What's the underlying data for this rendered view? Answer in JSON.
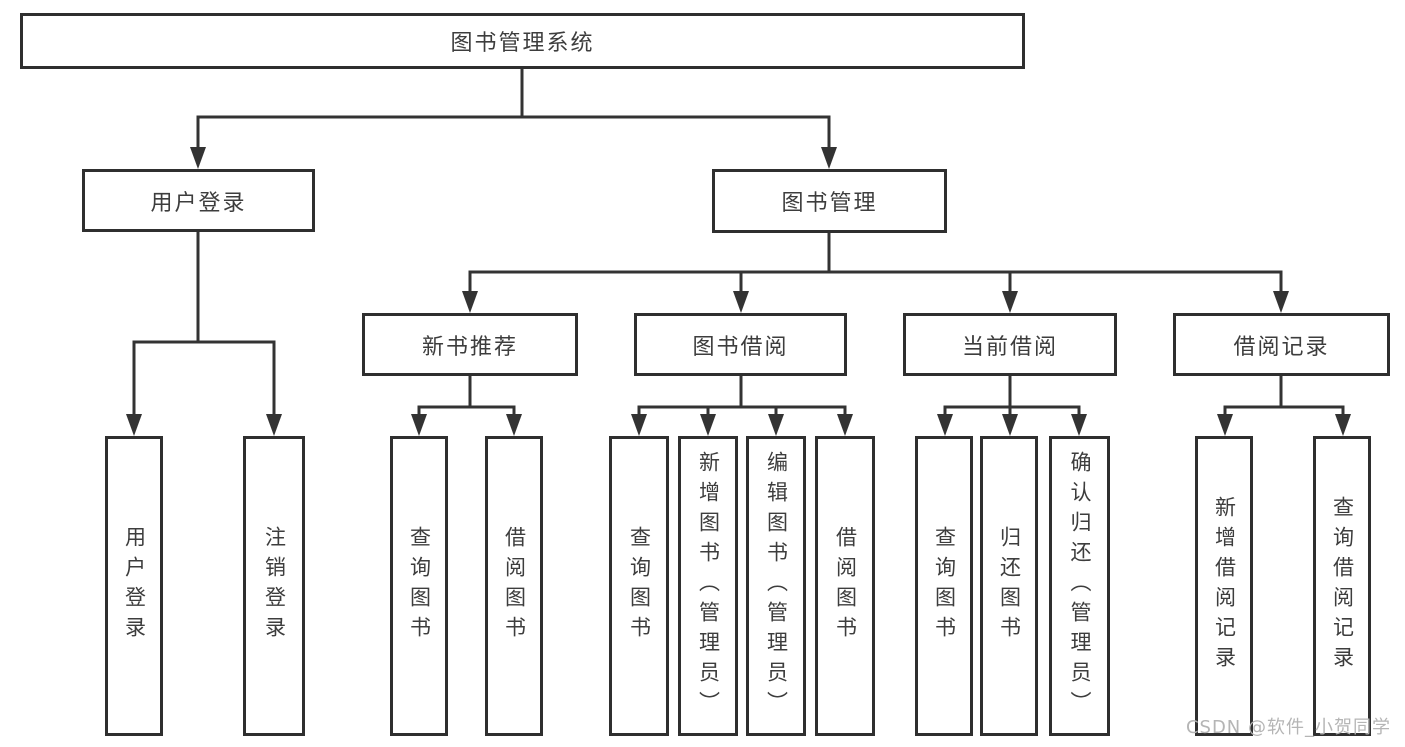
{
  "colors": {
    "line": "#333333",
    "border": "#2f2f2f",
    "text": "#3d3d3d",
    "background": "#ffffff",
    "watermark": "#b5b5b5"
  },
  "diagram": {
    "type": "hierarchy-tree",
    "root": {
      "label": "图书管理系统",
      "children": [
        {
          "label": "用户登录",
          "children": [
            {
              "label": "用户登录"
            },
            {
              "label": "注销登录"
            }
          ]
        },
        {
          "label": "图书管理",
          "children": [
            {
              "label": "新书推荐",
              "children": [
                {
                  "label": "查询图书"
                },
                {
                  "label": "借阅图书"
                }
              ]
            },
            {
              "label": "图书借阅",
              "children": [
                {
                  "label": "查询图书"
                },
                {
                  "label": "新增图书（管理员）"
                },
                {
                  "label": "编辑图书（管理员）"
                },
                {
                  "label": "借阅图书"
                }
              ]
            },
            {
              "label": "当前借阅",
              "children": [
                {
                  "label": "查询图书"
                },
                {
                  "label": "归还图书"
                },
                {
                  "label": "确认归还（管理员）"
                }
              ]
            },
            {
              "label": "借阅记录",
              "children": [
                {
                  "label": "新增借阅记录"
                },
                {
                  "label": "查询借阅记录"
                }
              ]
            }
          ]
        }
      ]
    }
  },
  "watermark": {
    "text": "CSDN @软件_小贺同学"
  }
}
